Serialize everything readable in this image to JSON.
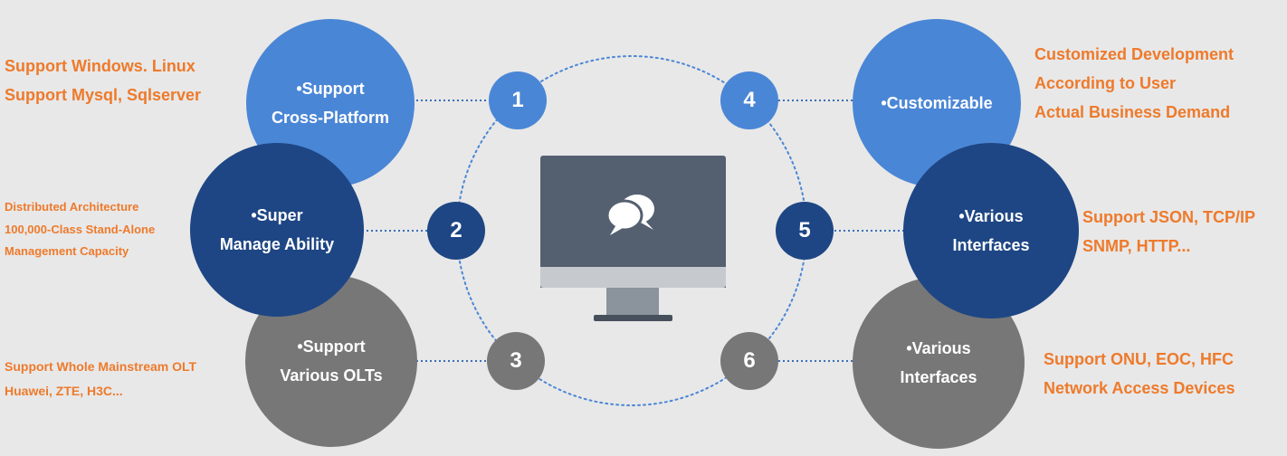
{
  "features": {
    "f1": {
      "title_line1": "•Support",
      "title_line2": "Cross-Platform",
      "number": "1",
      "notes": [
        "Support Windows. Linux",
        "Support Mysql, Sqlserver"
      ]
    },
    "f2": {
      "title_line1": "•Super",
      "title_line2": "Manage Ability",
      "number": "2",
      "notes": [
        "Distributed Architecture",
        "100,000-Class Stand-Alone",
        "Management Capacity"
      ]
    },
    "f3": {
      "title_line1": "•Support",
      "title_line2": "Various OLTs",
      "number": "3",
      "notes": [
        "Support Whole Mainstream OLT",
        "Huawei, ZTE, H3C..."
      ]
    },
    "f4": {
      "title_line1": "•Customizable",
      "number": "4",
      "notes": [
        "Customized Development",
        "According to User",
        "Actual Business Demand"
      ]
    },
    "f5": {
      "title_line1": "•Various",
      "title_line2": "Interfaces",
      "number": "5",
      "notes": [
        "Support JSON, TCP/IP",
        "SNMP, HTTP..."
      ]
    },
    "f6": {
      "title_line1": "•Various",
      "title_line2": "Interfaces",
      "number": "6",
      "notes": [
        "Support ONU, EOC, HFC",
        "Network Access Devices"
      ]
    }
  },
  "center": {
    "icon": "chat-bubbles-icon",
    "device": "monitor-icon"
  },
  "colors": {
    "background": "#e8e8e8",
    "light_blue": "#4a86d6",
    "dark_blue": "#1e4684",
    "gray": "#777777",
    "orange_text": "#ee7a2b",
    "dotted_circle": "#4a86d6",
    "connector": "#3a6fb8"
  }
}
